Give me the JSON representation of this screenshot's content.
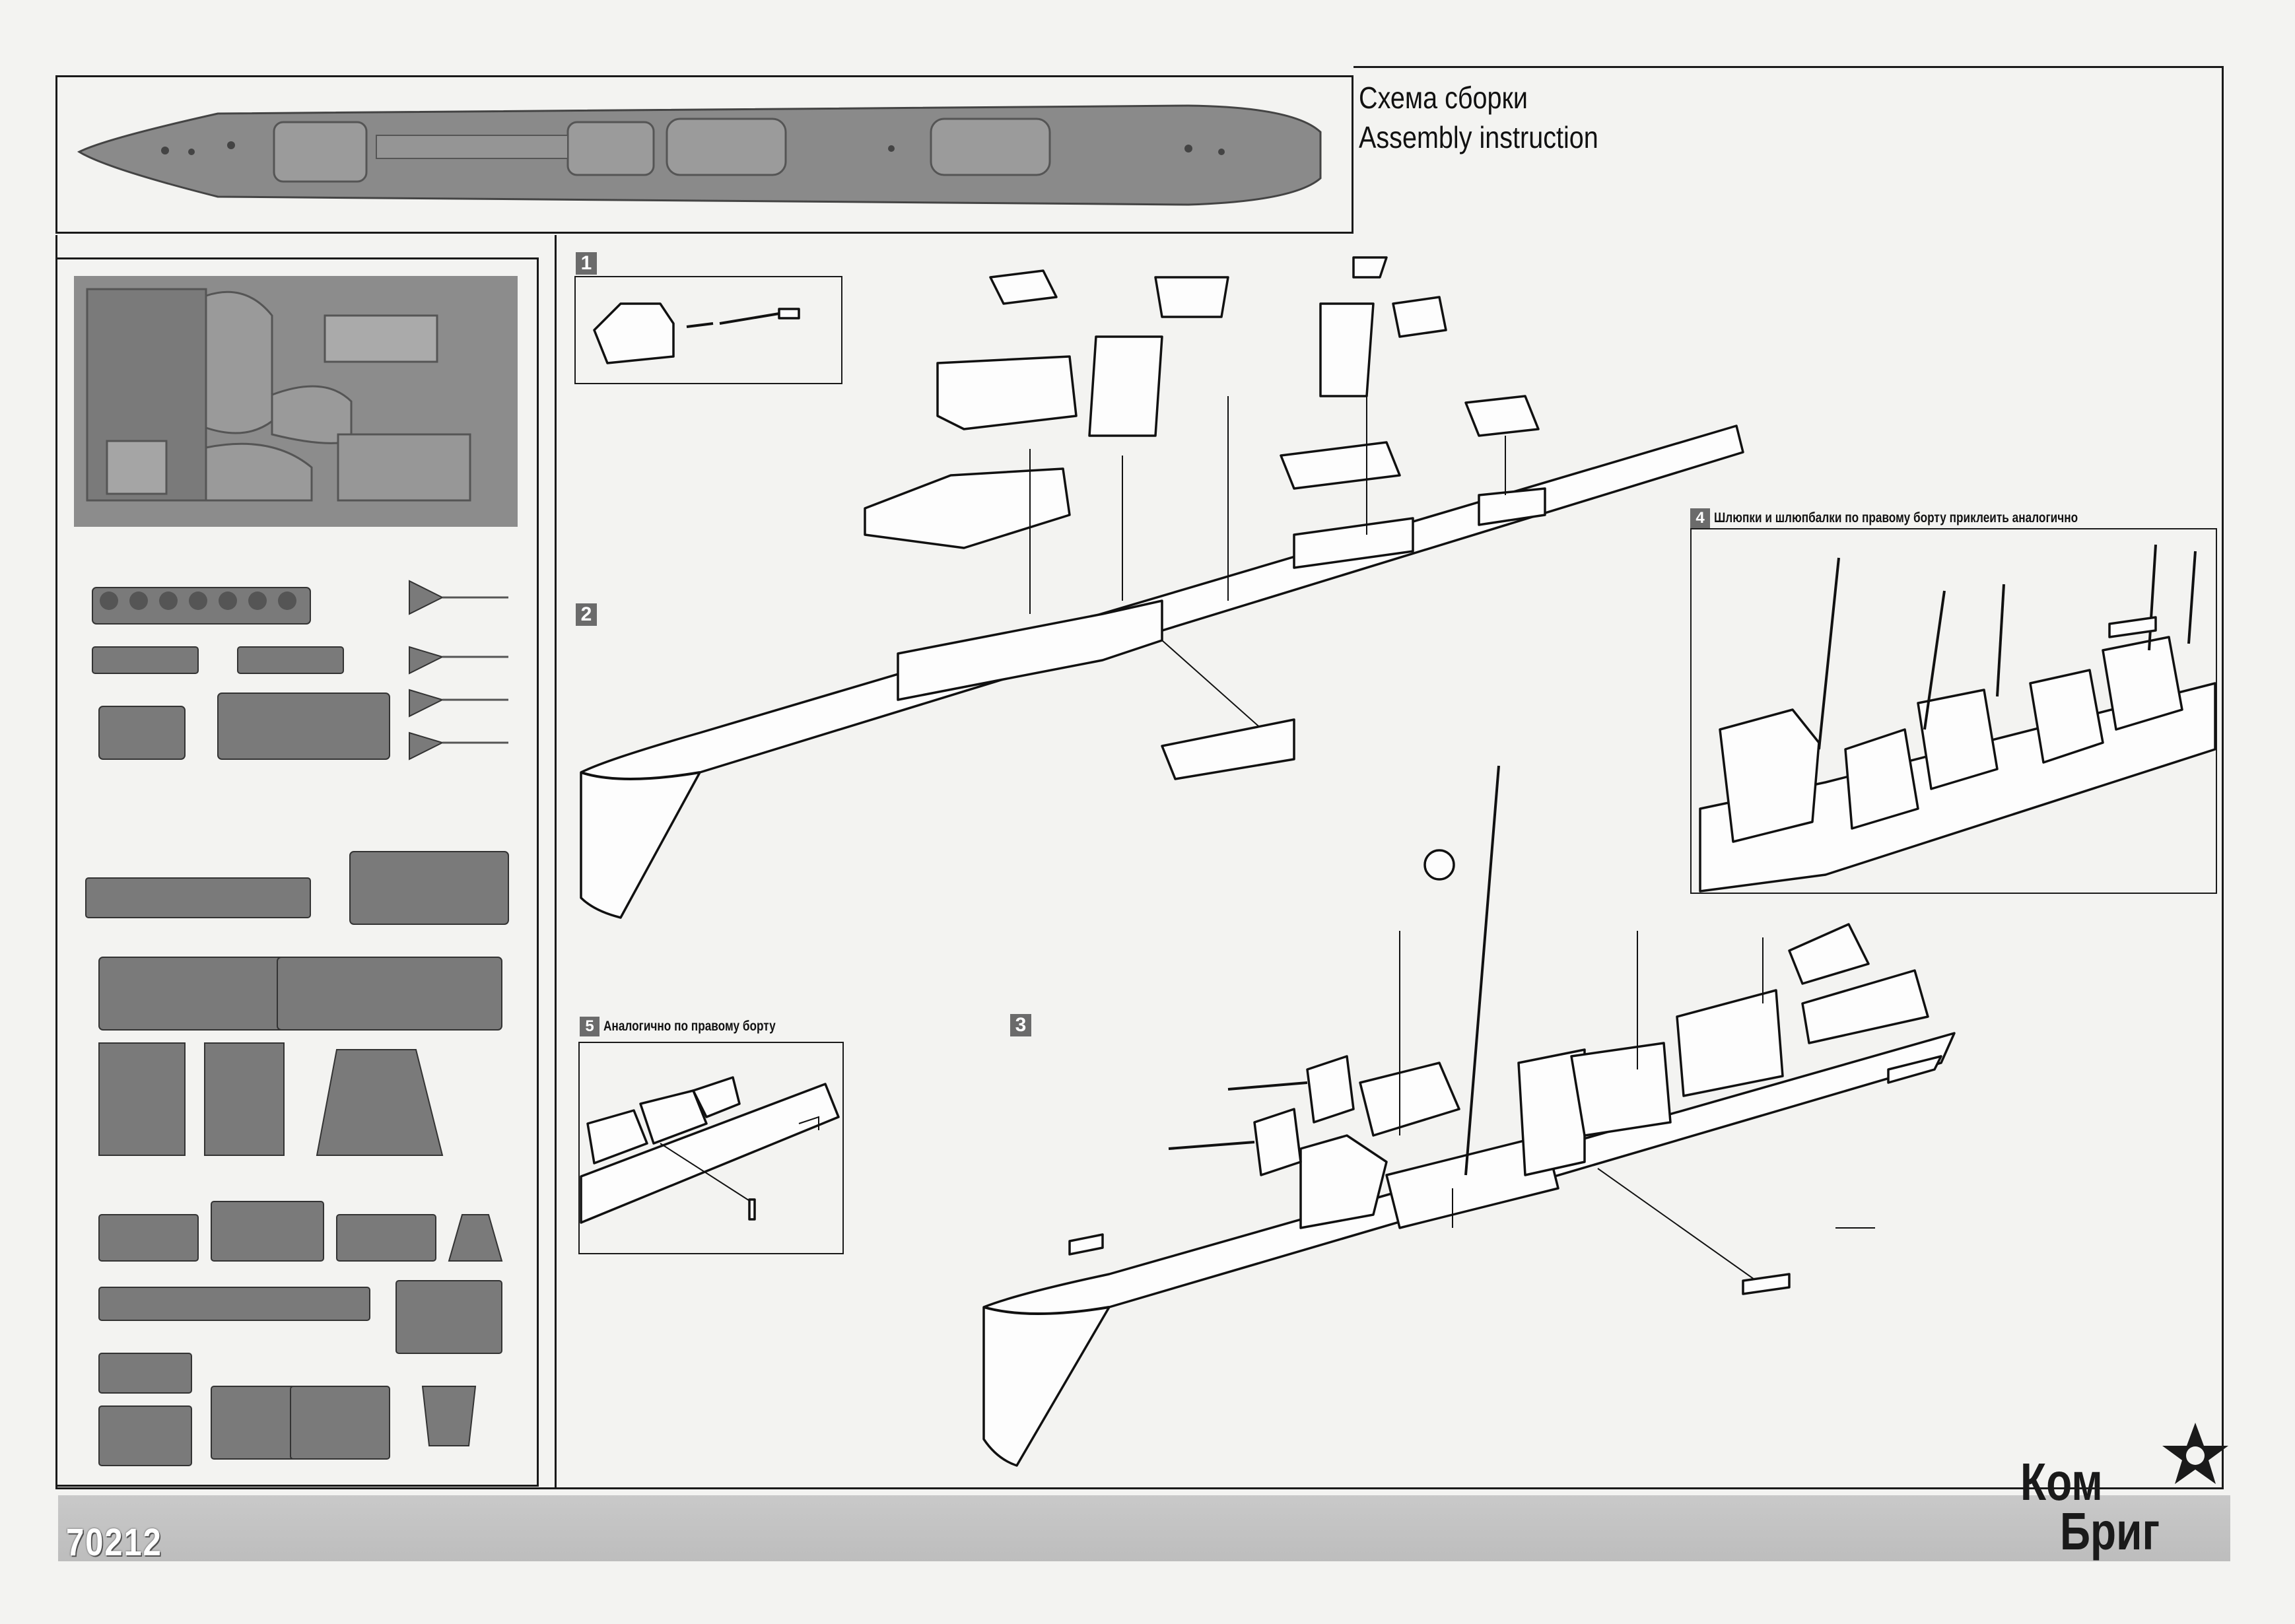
{
  "header": {
    "title_ru": "Схема сборки",
    "title_en": "Assembly instruction"
  },
  "steps": {
    "s1": "1",
    "s2": "2",
    "s3": "3",
    "s4": "4",
    "s5": "5"
  },
  "notes": {
    "step4": "Шлюпки и шлюпбалки по правому борту приклеить аналогично",
    "step5": "Аналогично по правому борту"
  },
  "footer": {
    "kit_number": "70212",
    "brand_line1": "Ком",
    "brand_line2": "Бриг"
  }
}
